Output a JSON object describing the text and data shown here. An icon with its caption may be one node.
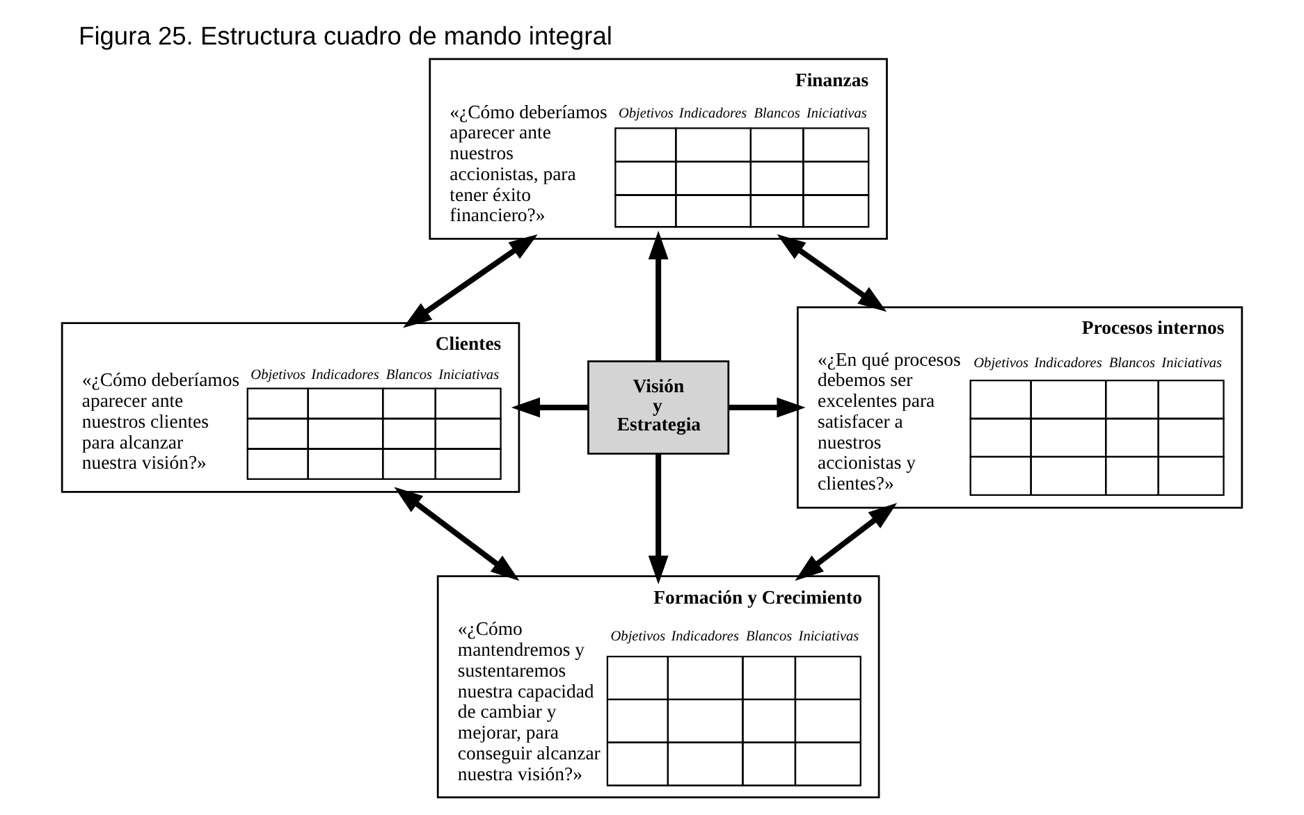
{
  "diagram": {
    "title": "Figura 25. Estructura cuadro de mando integral",
    "nodes": [
      {
        "text": [
          "Visión y Estrategia"
        ]
      },
      {
        "text": [
          "Finanzas",
          "«¿Cómo deberíamos aparecer ante nuestros accionistas, para tener éxito financiero?»",
          "Objetivos",
          "Indicadores",
          "Blancos",
          "Iniciativas"
        ]
      },
      {
        "text": [
          "Clientes",
          "«¿Cómo deberíamos aparecer ante nuestros clientes para alcanzar nuestra visión?»",
          "Objetivos",
          "Indicadores",
          "Blancos",
          "Iniciativas"
        ]
      },
      {
        "text": [
          "Procesos internos",
          "«¿En qué procesos debemos ser excelentes para satisfacer a nuestros accionistas y clientes?»",
          "Objetivos",
          "Indicadores",
          "Blancos",
          "Iniciativas"
        ]
      },
      {
        "text": [
          "Formación y Crecimiento",
          "«¿Cómo mantendremos y sustentaremos nuestra capacidad de cambiar y mejorar, para conseguir alcanzar nuestra visión?»",
          "Objetivos",
          "Indicadores",
          "Blancos",
          "Iniciativas"
        ]
      }
    ],
    "edges": [
      {
        "from": 0,
        "to": 1,
        "arrow": "to"
      },
      {
        "from": 0,
        "to": 2,
        "arrow": "to"
      },
      {
        "from": 0,
        "to": 3,
        "arrow": "to"
      },
      {
        "from": 0,
        "to": 4,
        "arrow": "to"
      },
      {
        "from": 2,
        "to": 1,
        "arrow": "both"
      },
      {
        "from": 1,
        "to": 3,
        "arrow": "both"
      },
      {
        "from": 2,
        "to": 4,
        "arrow": "both"
      },
      {
        "from": 4,
        "to": 3,
        "arrow": "both"
      }
    ]
  }
}
